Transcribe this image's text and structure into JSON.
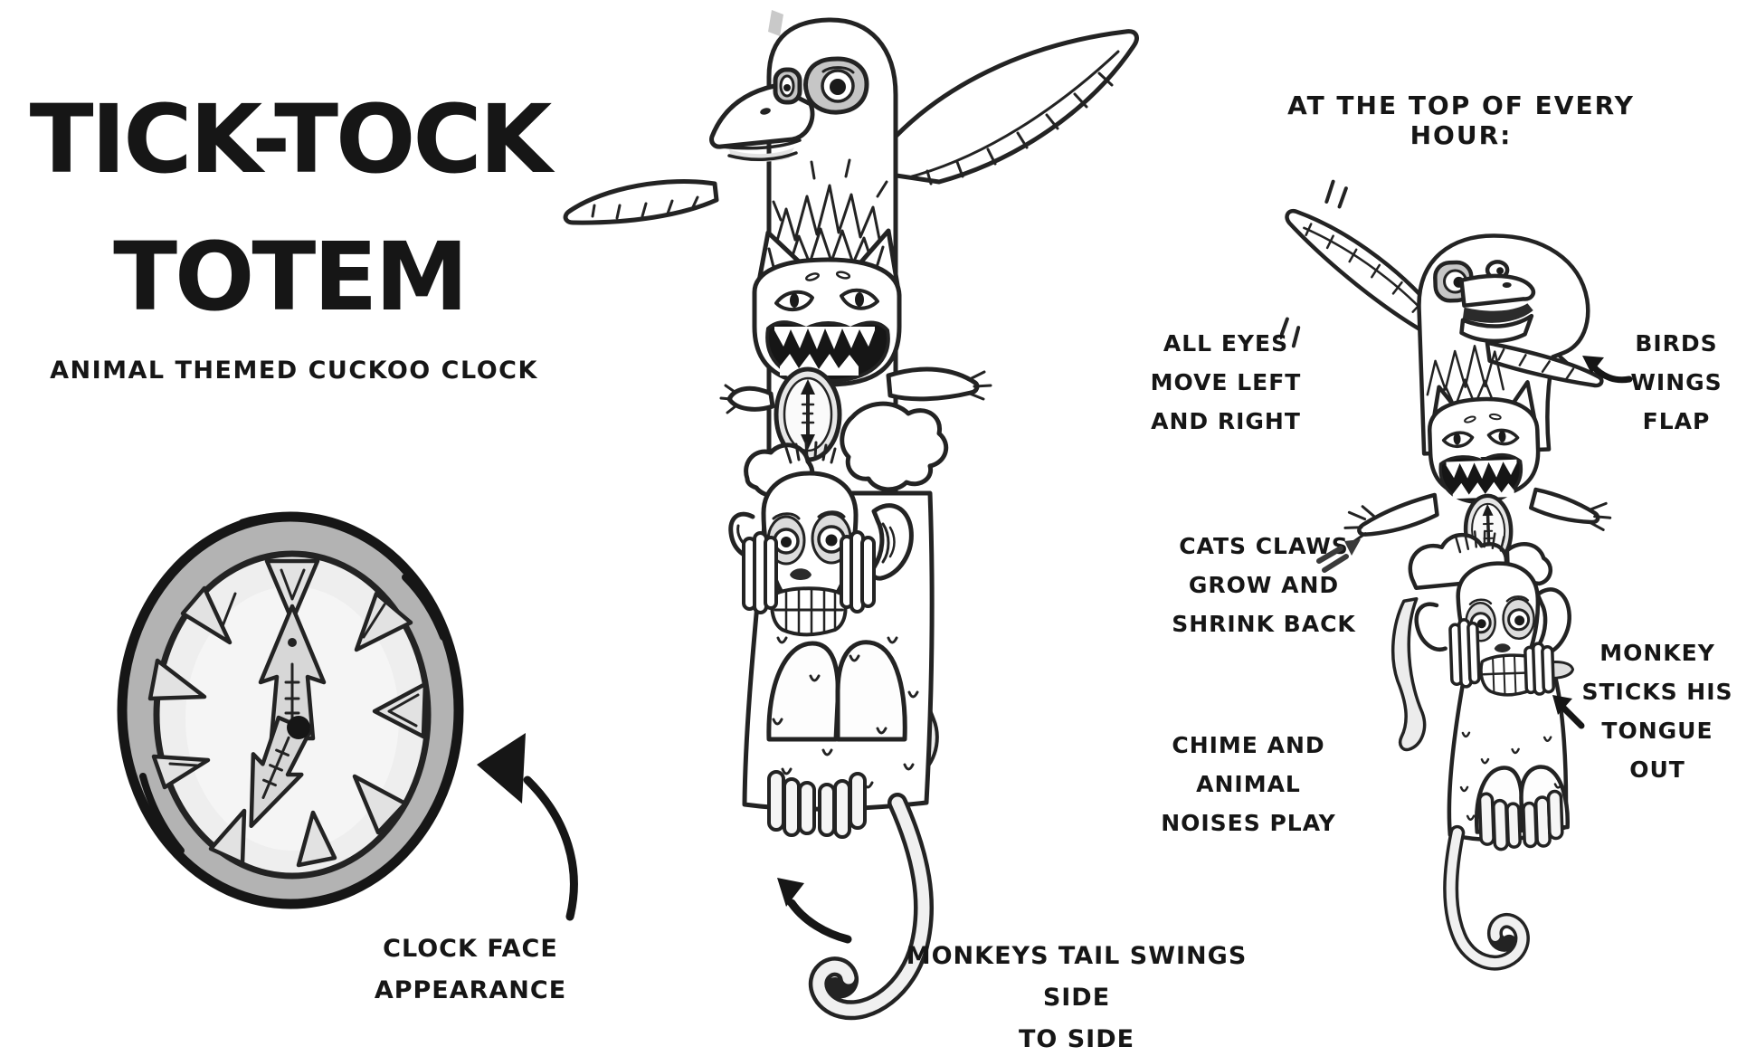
{
  "title": {
    "line1": "TICK-TOCK",
    "line2": "TOTEM",
    "subtitle": "ANIMAL THEMED CUCKOO CLOCK"
  },
  "clock_section": {
    "caption": "CLOCK FACE APPEARANCE"
  },
  "totem_section": {
    "caption_line1": "MONKEYS TAIL SWINGS SIDE",
    "caption_line2": "TO SIDE"
  },
  "hour_section": {
    "heading": "AT THE TOP OF EVERY HOUR:",
    "annotations": {
      "eyes": {
        "line1": "ALL EYES",
        "line2": "MOVE LEFT",
        "line3": "AND RIGHT"
      },
      "wings": {
        "line1": "BIRDS",
        "line2": "WINGS",
        "line3": "FLAP"
      },
      "claws": {
        "line1": "CATS CLAWS",
        "line2": "GROW AND",
        "line3": "SHRINK BACK"
      },
      "tongue": {
        "line1": "MONKEY",
        "line2": "STICKS HIS",
        "line3": "TONGUE",
        "line4": "OUT"
      },
      "chime": {
        "line1": "CHIME AND ANIMAL",
        "line2": "NOISES PLAY"
      }
    }
  },
  "icons": {
    "clock_arrow": "curved-arrow-pointing-left",
    "tail_arrow": "curved-arrow-pointing-up-left",
    "wings_arrow": "arrow-pointing-up-left",
    "claws_arrow": "double-stroke-arrow-up-right",
    "tongue_arrow": "arrow-pointing-up-left",
    "pendulum": "vertical-double-headed-arrow"
  },
  "colors": {
    "ink": "#232323",
    "paper": "#ffffff",
    "shade_light": "#ececec",
    "shade_mid": "#c6c6c6",
    "rim_gray": "#b3b3b3"
  }
}
